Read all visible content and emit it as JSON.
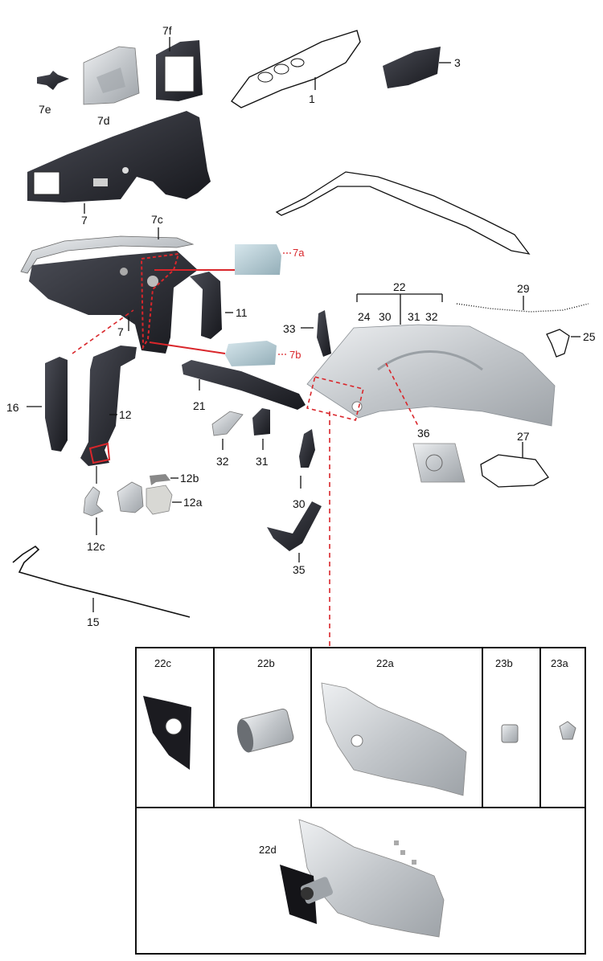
{
  "colors": {
    "accent_red": "#d9262b",
    "part_dark": "#2a2a2f",
    "part_light": "#c7cacd",
    "line": "#111111"
  },
  "labels": {
    "p1": "1",
    "p3": "3",
    "p7": "7",
    "p7_lower": "7",
    "p7a": "7a",
    "p7b": "7b",
    "p7c": "7c",
    "p7d": "7d",
    "p7e": "7e",
    "p7f": "7f",
    "p11": "11",
    "p12": "12",
    "p12a": "12a",
    "p12b": "12b",
    "p12c": "12c",
    "p15": "15",
    "p16": "16",
    "p21": "21",
    "p22": "22",
    "p24": "24",
    "p30_group": "30",
    "p31_group": "31",
    "p32_group": "32",
    "p25": "25",
    "p27": "27",
    "p29": "29",
    "p30": "30",
    "p31": "31",
    "p32": "32",
    "p33": "33",
    "p35": "35",
    "p36": "36"
  },
  "detail_box": {
    "cells": {
      "c22c": "22c",
      "c22b": "22b",
      "c22a": "22a",
      "c23b": "23b",
      "c23a": "23a",
      "c22d": "22d"
    }
  }
}
